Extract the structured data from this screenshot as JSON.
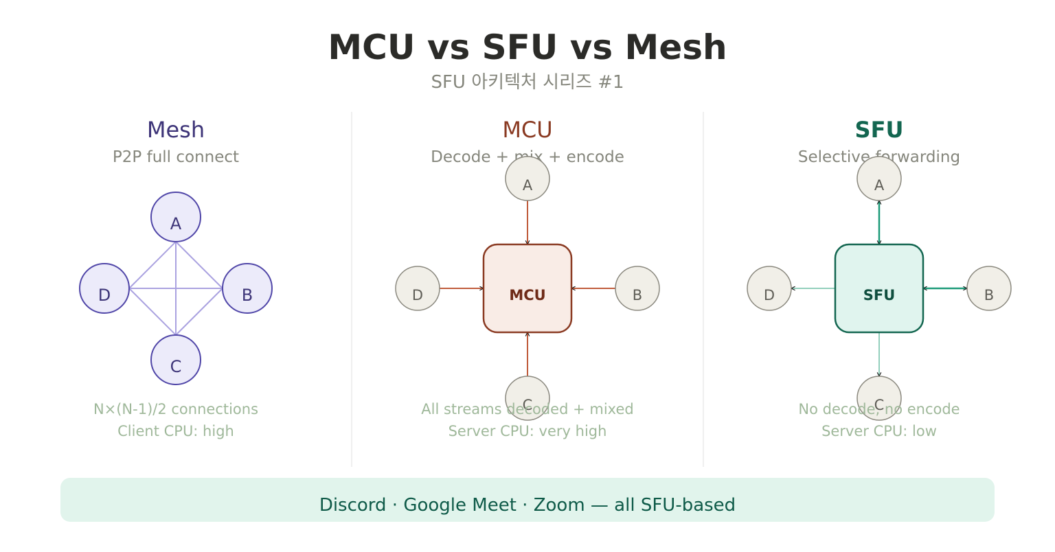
{
  "header": {
    "title": "MCU vs SFU vs Mesh",
    "subtitle": "SFU 아키텍처 시리즈 #1"
  },
  "panels": {
    "mesh": {
      "title": "Mesh",
      "subtitle": "P2P full connect",
      "nodes": {
        "a": "A",
        "b": "B",
        "c": "C",
        "d": "D"
      },
      "note_line1": "N×(N-1)/2 connections",
      "note_line2": "Client CPU: high"
    },
    "mcu": {
      "title": "MCU",
      "subtitle": "Decode + mix + encode",
      "hub": "MCU",
      "nodes": {
        "a": "A",
        "b": "B",
        "c": "C",
        "d": "D"
      },
      "note_line1": "All streams decoded + mixed",
      "note_line2": "Server CPU: very high"
    },
    "sfu": {
      "title": "SFU",
      "subtitle": "Selective forwarding",
      "hub": "SFU",
      "nodes": {
        "a": "A",
        "b": "B",
        "c": "C",
        "d": "D"
      },
      "note_line1": "No decode, no encode",
      "note_line2": "Server CPU: low"
    }
  },
  "banner": {
    "text": "Discord · Google Meet · Zoom — all SFU-based"
  },
  "colors": {
    "mesh_accent": "#3d3478",
    "mesh_node_fill": "#ecebfa",
    "mesh_node_stroke": "#5046a8",
    "mesh_edge": "#aaa2e0",
    "mcu_accent": "#8a3a22",
    "mcu_hub_fill": "#f9ece6",
    "mcu_edge": "#c05c3c",
    "sfu_accent": "#136650",
    "sfu_hub_fill": "#e0f4ee",
    "sfu_edge": "#1c9a78",
    "client_fill": "#f1efe8",
    "client_stroke": "#8a887e",
    "note_text": "#9fb89a",
    "banner_fill": "#e1f4ec",
    "banner_text": "#0e5a48"
  }
}
